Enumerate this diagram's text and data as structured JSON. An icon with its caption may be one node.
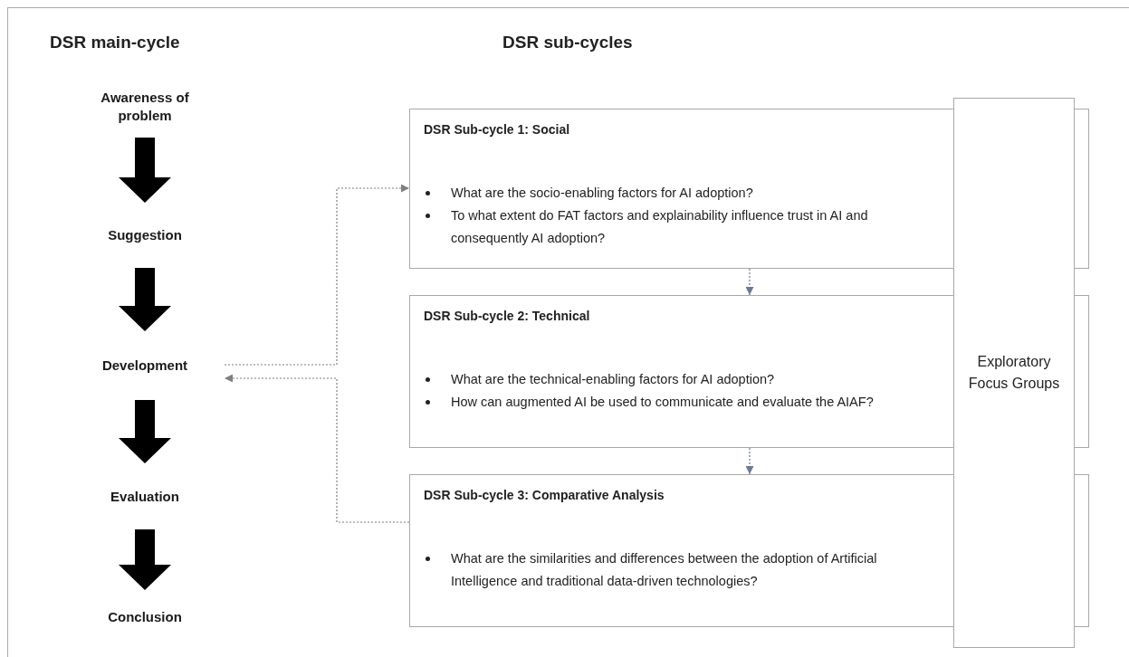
{
  "diagram": {
    "nodes": [
      {
        "text": [
          "Awareness of problem"
        ]
      },
      {
        "text": [
          "Suggestion"
        ]
      },
      {
        "text": [
          "Development"
        ]
      },
      {
        "text": [
          "Evaluation"
        ]
      },
      {
        "text": [
          "Conclusion"
        ]
      },
      {
        "text": [
          "DSR Sub-cycle 1: Social",
          "What are the socio-enabling factors for AI adoption?",
          "To what extent do FAT factors and explainability influence trust in AI and consequently AI adoption?"
        ]
      },
      {
        "text": [
          "DSR Sub-cycle 2: Technical",
          "What are the technical-enabling factors for AI adoption?",
          "How can augmented AI be used to communicate and evaluate the AIAF?"
        ]
      },
      {
        "text": [
          "DSR Sub-cycle 3: Comparative Analysis",
          "What are the similarities and differences between the adoption of Artificial Intelligence and traditional data-driven technologies?"
        ]
      },
      {
        "text": [
          "Exploratory Focus Groups"
        ]
      }
    ],
    "edges": [
      {
        "from": 0,
        "to": 1,
        "arrow": "to",
        "style": "thick"
      },
      {
        "from": 1,
        "to": 2,
        "arrow": "to",
        "style": "thick"
      },
      {
        "from": 2,
        "to": 3,
        "arrow": "to",
        "style": "thick"
      },
      {
        "from": 3,
        "to": 4,
        "arrow": "to",
        "style": "thick"
      },
      {
        "from": 2,
        "to": 5,
        "arrow": "to",
        "style": "dashed",
        "color": "#7f7f7f"
      },
      {
        "from": 7,
        "to": 2,
        "arrow": "to",
        "style": "dashed",
        "color": "#7f7f7f"
      },
      {
        "from": 5,
        "to": 6,
        "arrow": "to",
        "style": "dashed",
        "color": "#6b7a90"
      },
      {
        "from": 6,
        "to": 7,
        "arrow": "to",
        "style": "dashed",
        "color": "#6b7a90"
      }
    ],
    "labels": [
      "DSR main-cycle",
      "DSR sub-cycles"
    ]
  }
}
